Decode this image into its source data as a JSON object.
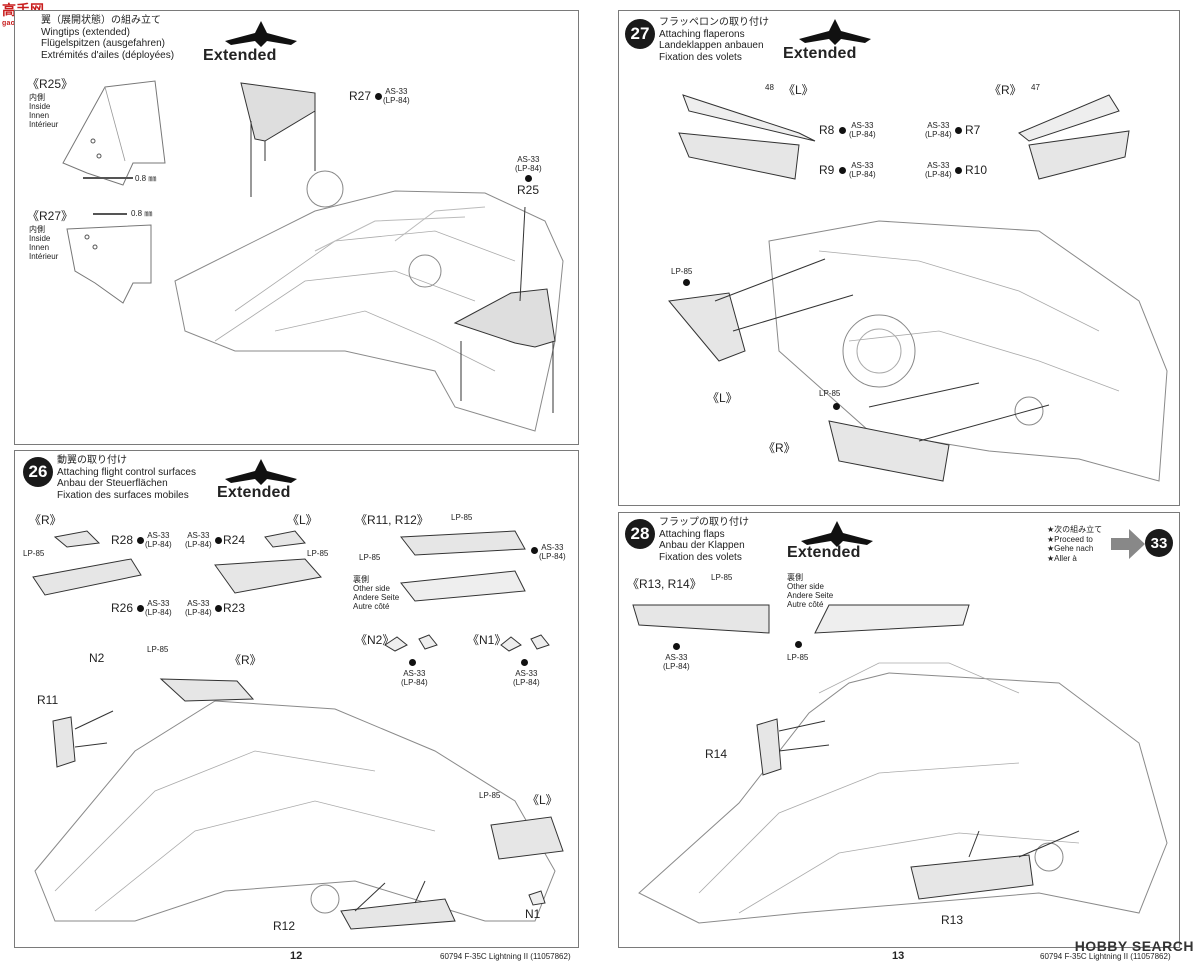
{
  "watermark": {
    "text": "高手网",
    "sub": "gao.shou.net"
  },
  "jet_label": "Extended",
  "steps": {
    "s25": {
      "titles": [
        "翼（展開状態）の組み立て",
        "Wingtips (extended)",
        "Flügelspitzen (ausgefahren)",
        "Extrémités d'ailes (déployées)"
      ],
      "r25_head": "《R25》",
      "r27_head": "《R27》",
      "inside": [
        "内側",
        "Inside",
        "Innen",
        "Intérieur"
      ],
      "mm": "0.8 ㎜",
      "r27": "R27",
      "r25": "R25",
      "as33": "AS-33",
      "lp84": "(LP-84)"
    },
    "s26": {
      "num": "26",
      "titles": [
        "動翼の取り付け",
        "Attaching flight control surfaces",
        "Anbau der Steuerflächen",
        "Fixation des surfaces mobiles"
      ],
      "r_head": "《R》",
      "l_head": "《L》",
      "r28": "R28",
      "r26": "R26",
      "r24": "R24",
      "r23": "R23",
      "r11r12": "《R11, R12》",
      "other_side": [
        "裏側",
        "Other side",
        "Andere Seite",
        "Autre côté"
      ],
      "n2_head": "《N2》",
      "n1_head": "《N1》",
      "n2": "N2",
      "n1": "N1",
      "r11": "R11",
      "r12": "R12",
      "lp85": "LP-85",
      "as33": "AS-33",
      "lp84": "(LP-84)",
      "r_label": "《R》",
      "l_label": "《L》"
    },
    "s27": {
      "num": "27",
      "titles": [
        "フラッペロンの取り付け",
        "Attaching flaperons",
        "Landeklappen anbauen",
        "Fixation des volets"
      ],
      "l_head": "《L》",
      "r_head": "《R》",
      "n48": "48",
      "n47": "47",
      "r8": "R8",
      "r9": "R9",
      "r7": "R7",
      "r10": "R10",
      "lp85": "LP-85",
      "as33": "AS-33",
      "lp84": "(LP-84)",
      "l_label": "《L》",
      "r_label": "《R》"
    },
    "s28": {
      "num": "28",
      "titles": [
        "フラップの取り付け",
        "Attaching flaps",
        "Anbau der Klappen",
        "Fixation des volets"
      ],
      "proceed": [
        "★次の組み立て",
        "★Proceed to",
        "★Gehe nach",
        "★Aller à"
      ],
      "next_step": "33",
      "r13r14": "《R13, R14》",
      "other_side": [
        "裏側",
        "Other side",
        "Andere Seite",
        "Autre côté"
      ],
      "r14": "R14",
      "r13": "R13",
      "lp85": "LP-85",
      "as33": "AS-33",
      "lp84": "(LP-84)"
    }
  },
  "footer": {
    "page_left": "12",
    "page_right": "13",
    "code_left": "60794 F-35C Lightning II (11057862)",
    "code_right": "60794 F-35C Lightning II (11057862)",
    "hobbysearch": "HOBBY SEARCH"
  }
}
